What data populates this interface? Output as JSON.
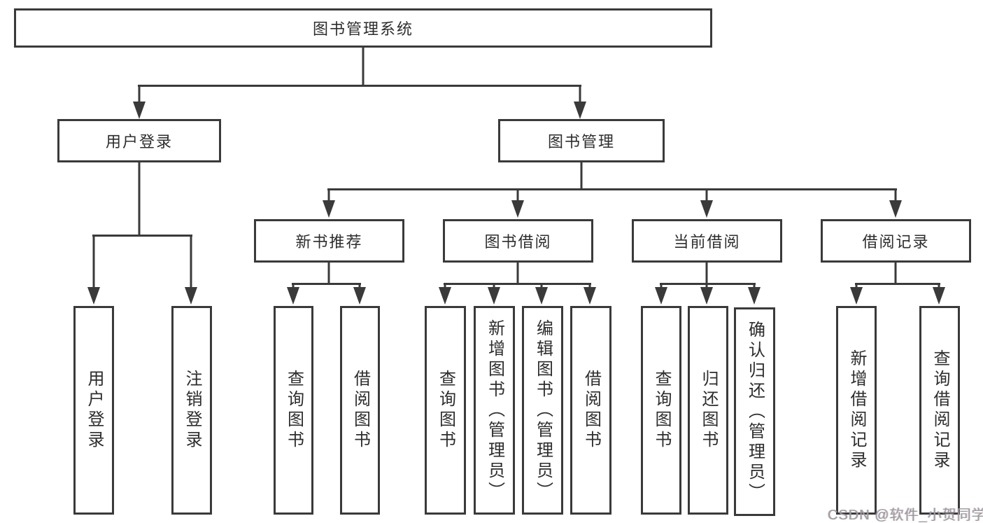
{
  "tree": {
    "root": {
      "label": "图书管理系统"
    },
    "level2": [
      {
        "label": "用户登录"
      },
      {
        "label": "图书管理"
      }
    ],
    "level3": [
      {
        "label": "新书推荐"
      },
      {
        "label": "图书借阅"
      },
      {
        "label": "当前借阅"
      },
      {
        "label": "借阅记录"
      }
    ],
    "leaves": {
      "user": [
        "用户登录",
        "注销登录"
      ],
      "new_book": [
        "查询图书",
        "借阅图书"
      ],
      "borrow": [
        "查询图书",
        "新增图书（管理员）",
        "编辑图书（管理员）",
        "借阅图书"
      ],
      "current": [
        "查询图书",
        "归还图书",
        "确认归还（管理员）"
      ],
      "records": [
        "新增借阅记录",
        "查询借阅记录"
      ]
    }
  },
  "watermark": {
    "text": "CSDN @软件_小贺同学"
  },
  "colors": {
    "line": "#3a3a3a",
    "text": "#2d2d2d",
    "background": "#ffffff",
    "watermark": "#9d9d9d"
  }
}
